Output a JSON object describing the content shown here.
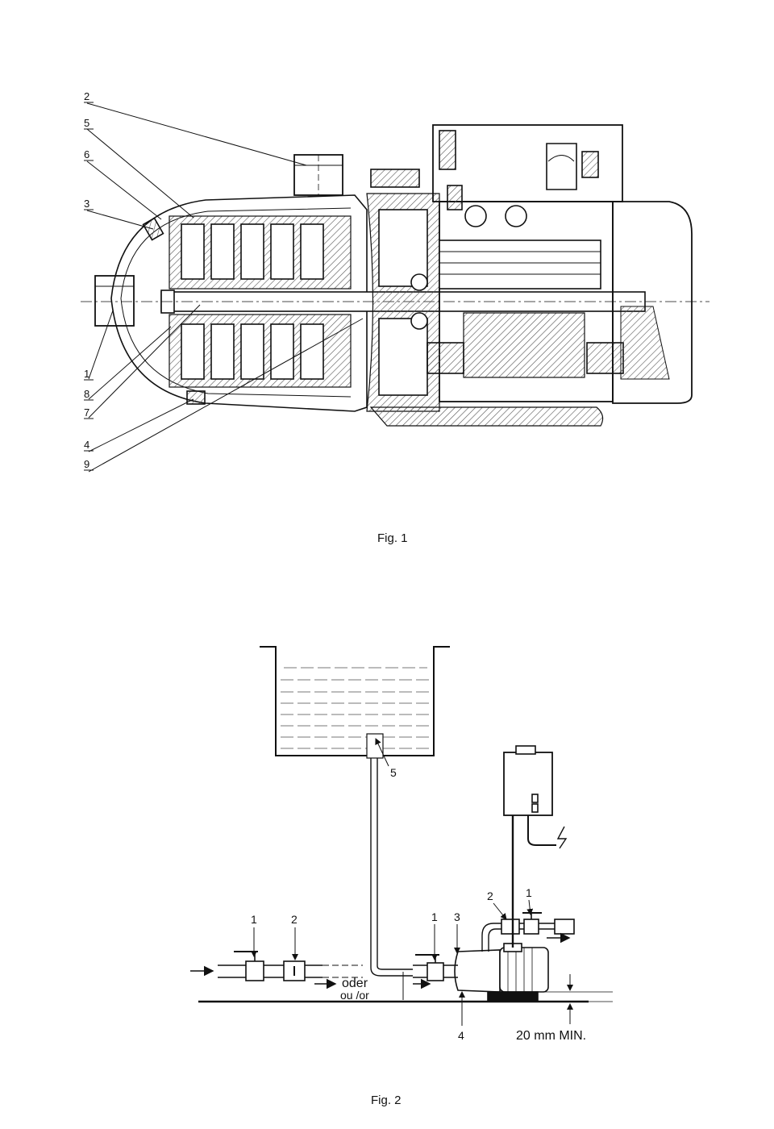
{
  "fig1": {
    "caption": "Fig. 1",
    "callouts": [
      "2",
      "5",
      "6",
      "3",
      "1",
      "8",
      "7",
      "4",
      "9"
    ]
  },
  "fig2": {
    "caption": "Fig. 2",
    "labels": {
      "tank_outlet": "5",
      "suction_valve": "1",
      "suction_check_valve": "2",
      "pump_valve": "1",
      "pump_union": "3",
      "discharge_check_valve": "2",
      "discharge_valve": "1",
      "pump_base": "4",
      "alt_text_de": "oder",
      "alt_text_fr": "ou /or",
      "clearance": "20 mm MIN."
    }
  },
  "colors": {
    "ink": "#111111",
    "hatch": "#555555",
    "water": "#777777"
  }
}
